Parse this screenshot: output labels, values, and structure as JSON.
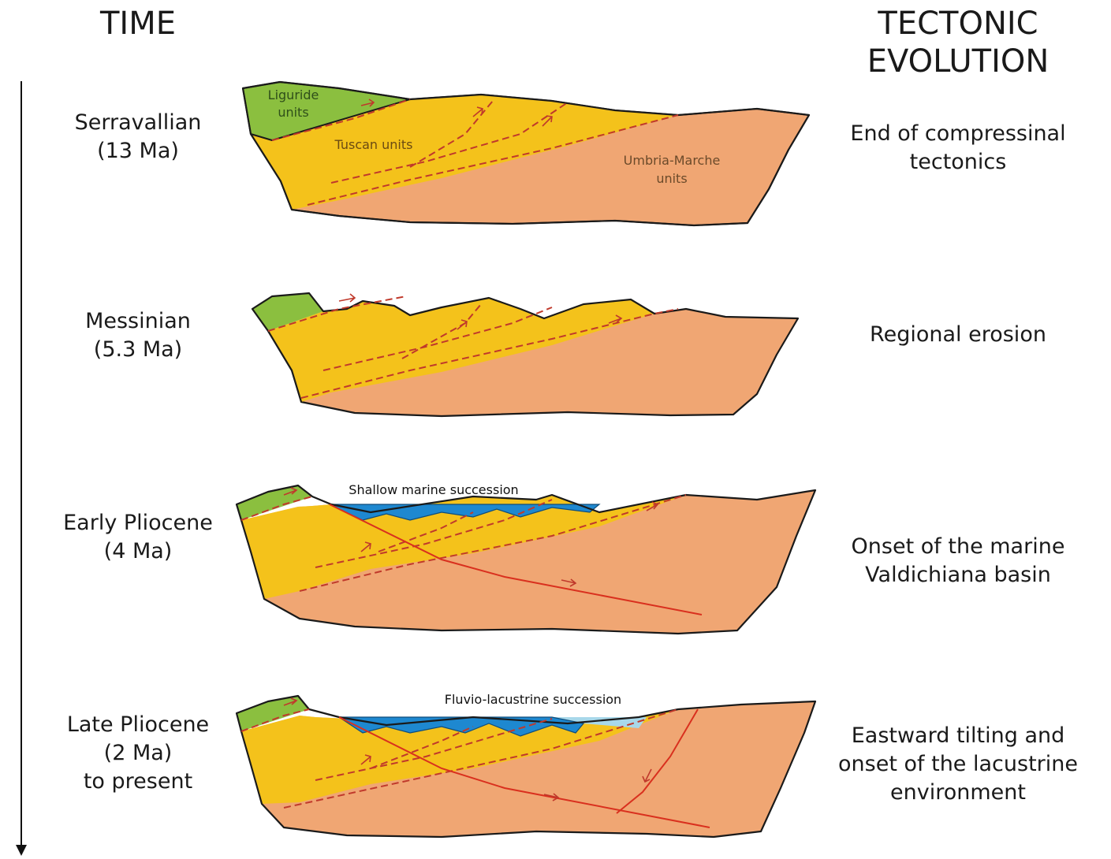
{
  "headers": {
    "time": "TIME",
    "tectonic_line1": "TECTONIC",
    "tectonic_line2": "EVOLUTION"
  },
  "stages": [
    {
      "era_lines": [
        "Serravallian",
        "(13 Ma)"
      ],
      "evolution_lines": [
        "End of compressinal",
        "tectonics"
      ]
    },
    {
      "era_lines": [
        "Messinian",
        "(5.3 Ma)"
      ],
      "evolution_lines": [
        "Regional erosion"
      ]
    },
    {
      "era_lines": [
        "Early Pliocene",
        "(4 Ma)"
      ],
      "evolution_lines": [
        "Onset of the marine",
        "Valdichiana basin"
      ]
    },
    {
      "era_lines": [
        "Late Pliocene",
        "(2 Ma)",
        "to present"
      ],
      "evolution_lines": [
        "Eastward tilting and",
        "onset of the lacustrine",
        "environment"
      ]
    }
  ],
  "unit_labels": {
    "liguride_1": "Liguride",
    "liguride_2": "units",
    "tuscan": "Tuscan units",
    "umbria_1": "Umbria-Marche",
    "umbria_2": "units",
    "shallow_marine": "Shallow marine succession",
    "fluvio_lacustrine": "Fluvio-lacustrine succession"
  },
  "colors": {
    "liguride": "#8bbf3f",
    "tuscan": "#f4c21b",
    "umbria": "#f0a673",
    "marine": "#1e88d0",
    "lacustrine_light": "#a8d8ea",
    "thrust": "#c0392b",
    "fault": "#d9301e",
    "outline": "#1a1a1a"
  }
}
